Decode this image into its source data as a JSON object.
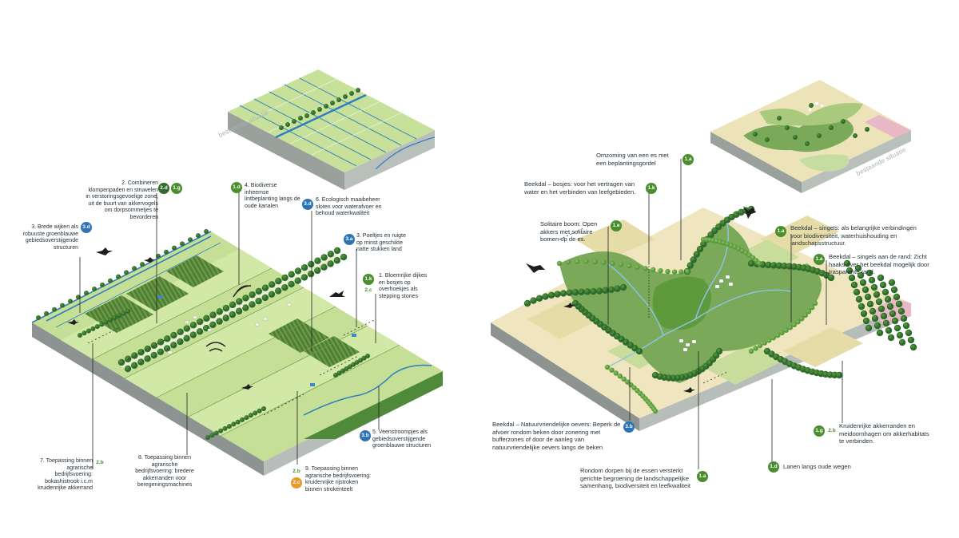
{
  "existing_label_left": "bestaande situatie",
  "existing_label_right": "bestaande situatie",
  "left": {
    "labels": [
      {
        "id": "l2",
        "text": "2. Combineren klompenpaden en struwelen in verstoringsgevoelige zone, uit de buurt van akkervogels om dorpsommetjes te bevorderen",
        "badges": [
          "2.d",
          "1.g"
        ]
      },
      {
        "id": "l3",
        "text": "3. Brede wijken als robuuste groenblauwe gebiedsoverstijgende structuren",
        "badges": [
          "3.d"
        ]
      },
      {
        "id": "l4",
        "text": "4. Biodiverse inheemse lintbeplanting langs de oude kanalen",
        "badges": [
          "1.d"
        ]
      },
      {
        "id": "l6",
        "text": "6. Ecologisch maaibeheer sloten voor waterafvoer en behoud waterkwaliteit",
        "badges": [
          "3.d"
        ]
      },
      {
        "id": "l3b",
        "text": "3. Poeltjes en ruigte op minst geschikte natte stukken land",
        "badges": [
          "3.a"
        ]
      },
      {
        "id": "l1",
        "text": "1. Bloemrijke dijkes en bosjes op overhoekjes als stepping stones",
        "badges": [
          "1.k",
          "2.c"
        ]
      },
      {
        "id": "l5",
        "text": "5. Veenstroompjes als gebiedsoverstijgende groenblauwe structuren",
        "badges": [
          "3.b"
        ]
      },
      {
        "id": "l7",
        "text": "7. Toepassing binnen agrarische bedrijfsvoering: bokashistrook i.c.m kruidenrijke akkerrand",
        "badges": [
          "2.b"
        ]
      },
      {
        "id": "l8",
        "text": "8. Toepassing binnen agrarische bedrijfsvoering: bredere akkerranden voor beregeningsmachines",
        "badges": []
      },
      {
        "id": "l9",
        "text": "9. Toepassing binnen agrarische bedrijfsvoering: kruidenrijke rijstroken binnen strokenteelt",
        "badges": [
          "2.b",
          "2.c"
        ]
      }
    ]
  },
  "right": {
    "labels": [
      {
        "id": "r1",
        "text": "Omzoming van een es met een beplantingsgordel",
        "badges": [
          "1.a"
        ]
      },
      {
        "id": "r2",
        "text": "Beekdal – bosjes: voor het vertragen van water en het verbinden van leefgebieden.",
        "badges": [
          "1.k"
        ]
      },
      {
        "id": "r3",
        "text": "Solitaire boom: Open akkers met solitaire bomen op de es.",
        "badges": [
          "1.e"
        ]
      },
      {
        "id": "r4",
        "text": "Beekdal – singels: als belangrijke verbindingen voor biodiversiteit, waterhuishouding en landschapsstructuur.",
        "badges": [
          "1.a"
        ]
      },
      {
        "id": "r5",
        "text": "Beekdal – singels aan de rand: Zicht haaks over het beekdal mogelijk door trasparante rand.",
        "badges": [
          "1.a"
        ]
      },
      {
        "id": "r6",
        "text": "Beekdal – Natuurvriendelijke oevers: Beperk de afvoer rondom beken door zonering met bufferzones of door de aanleg van natuurvriendelijke oevers langs de beken",
        "badges": [
          "3.b"
        ]
      },
      {
        "id": "r7",
        "text": "Kruidenrijke akkerranden en meidoornhagen om akkerhabitats te verbinden.",
        "badges": [
          "1.g",
          "2.b"
        ]
      },
      {
        "id": "r8",
        "text": "Lanen langs oude wegen",
        "badges": [
          "1.d"
        ]
      },
      {
        "id": "r9",
        "text": "Rondom dorpen bij de essen versterkt gerichte begroening de landschappelijke samenhang, biodiversiteit en leefkwaliteit",
        "badges": [
          "1.a"
        ]
      }
    ]
  },
  "colors": {
    "grass": "#c3dc8c",
    "grass_light": "#d5e8a8",
    "field_dark": "#5f8f3c",
    "water": "#2f7dc1",
    "tree": "#2f6b2c",
    "tree_light": "#5e9a3c",
    "side_dark": "#8c9390",
    "side_light": "#b7bdb9",
    "sand": "#efe6bf",
    "sand2": "#e6dca8",
    "pink": "#e8b8c6",
    "badge_green": "#4a8e2e",
    "badge_blue": "#2e73b6",
    "badge_orange": "#e69a2c"
  }
}
